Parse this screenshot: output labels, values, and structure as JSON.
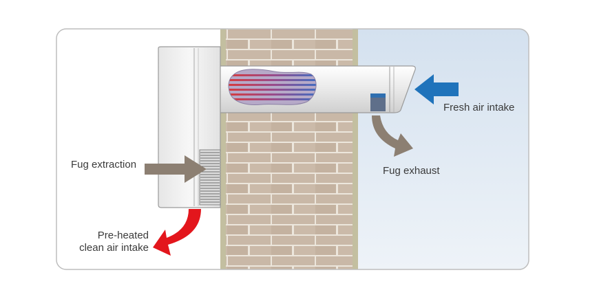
{
  "labels": {
    "fresh_air_intake": "Fresh air intake",
    "fug_exhaust": "Fug exhaust",
    "fug_extraction": "Fug extraction",
    "preheated_line1": "Pre-heated",
    "preheated_line2": "clean air intake"
  },
  "colors": {
    "outdoor_top": "#d4e1ef",
    "outdoor_bottom": "#eef3f8",
    "brick": "#c9b8a7",
    "mortar": "#ece6dc",
    "wall_edge": "#c3bfa0",
    "unit_body": "#f2f2f2",
    "fresh_air_arrow": "#1f73bb",
    "fug_arrow": "#8c7f72",
    "preheated_arrow": "#e3161c",
    "heat_hot": "#d83b3b",
    "heat_cold": "#3d6fc4"
  },
  "icons": {
    "fresh_air": "arrow-left-icon",
    "fug_exhaust": "curved-arrow-down-icon",
    "fug_extraction": "arrow-right-icon",
    "preheated_air": "curved-arrow-down-left-icon"
  }
}
